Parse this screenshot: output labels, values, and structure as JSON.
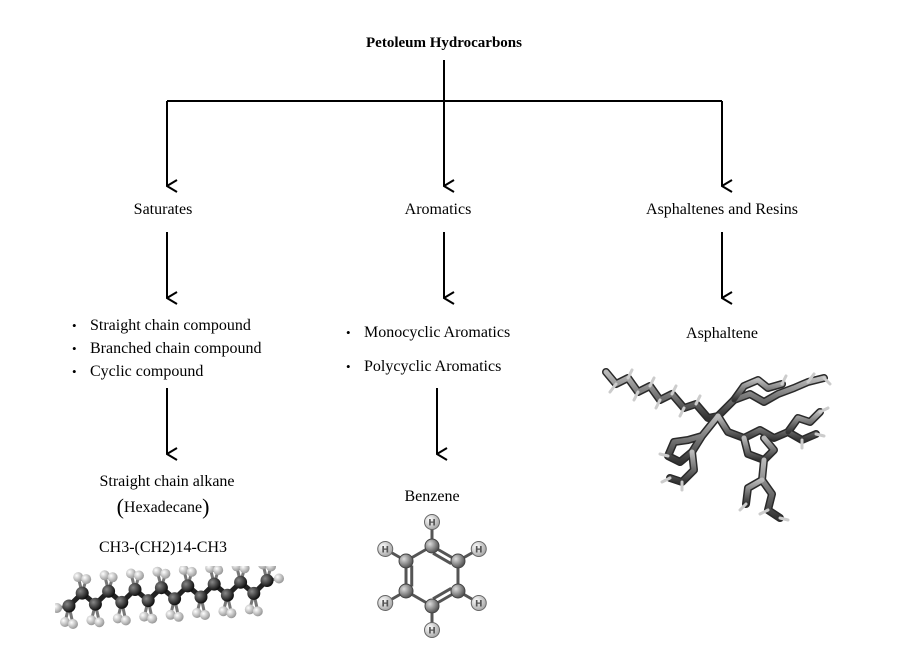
{
  "title": "Petoleum Hydrocarbons",
  "categories": {
    "saturates": "Saturates",
    "aromatics": "Aromatics",
    "asphaltenes": "Asphaltenes and Resins"
  },
  "saturates": {
    "bullets": [
      "Straight chain compound",
      "Branched chain compound",
      "Cyclic compound"
    ],
    "example_line1": "Straight chain alkane",
    "example_name": "Hexadecane",
    "paren_open": "(",
    "paren_close": ")",
    "formula": "CH3-(CH2)14-CH3"
  },
  "aromatics": {
    "bullets": [
      "Monocyclic Aromatics",
      "Polycyclic Aromatics"
    ],
    "example": "Benzene",
    "atom_label": "H"
  },
  "asphaltenes": {
    "example": "Asphaltene"
  }
}
